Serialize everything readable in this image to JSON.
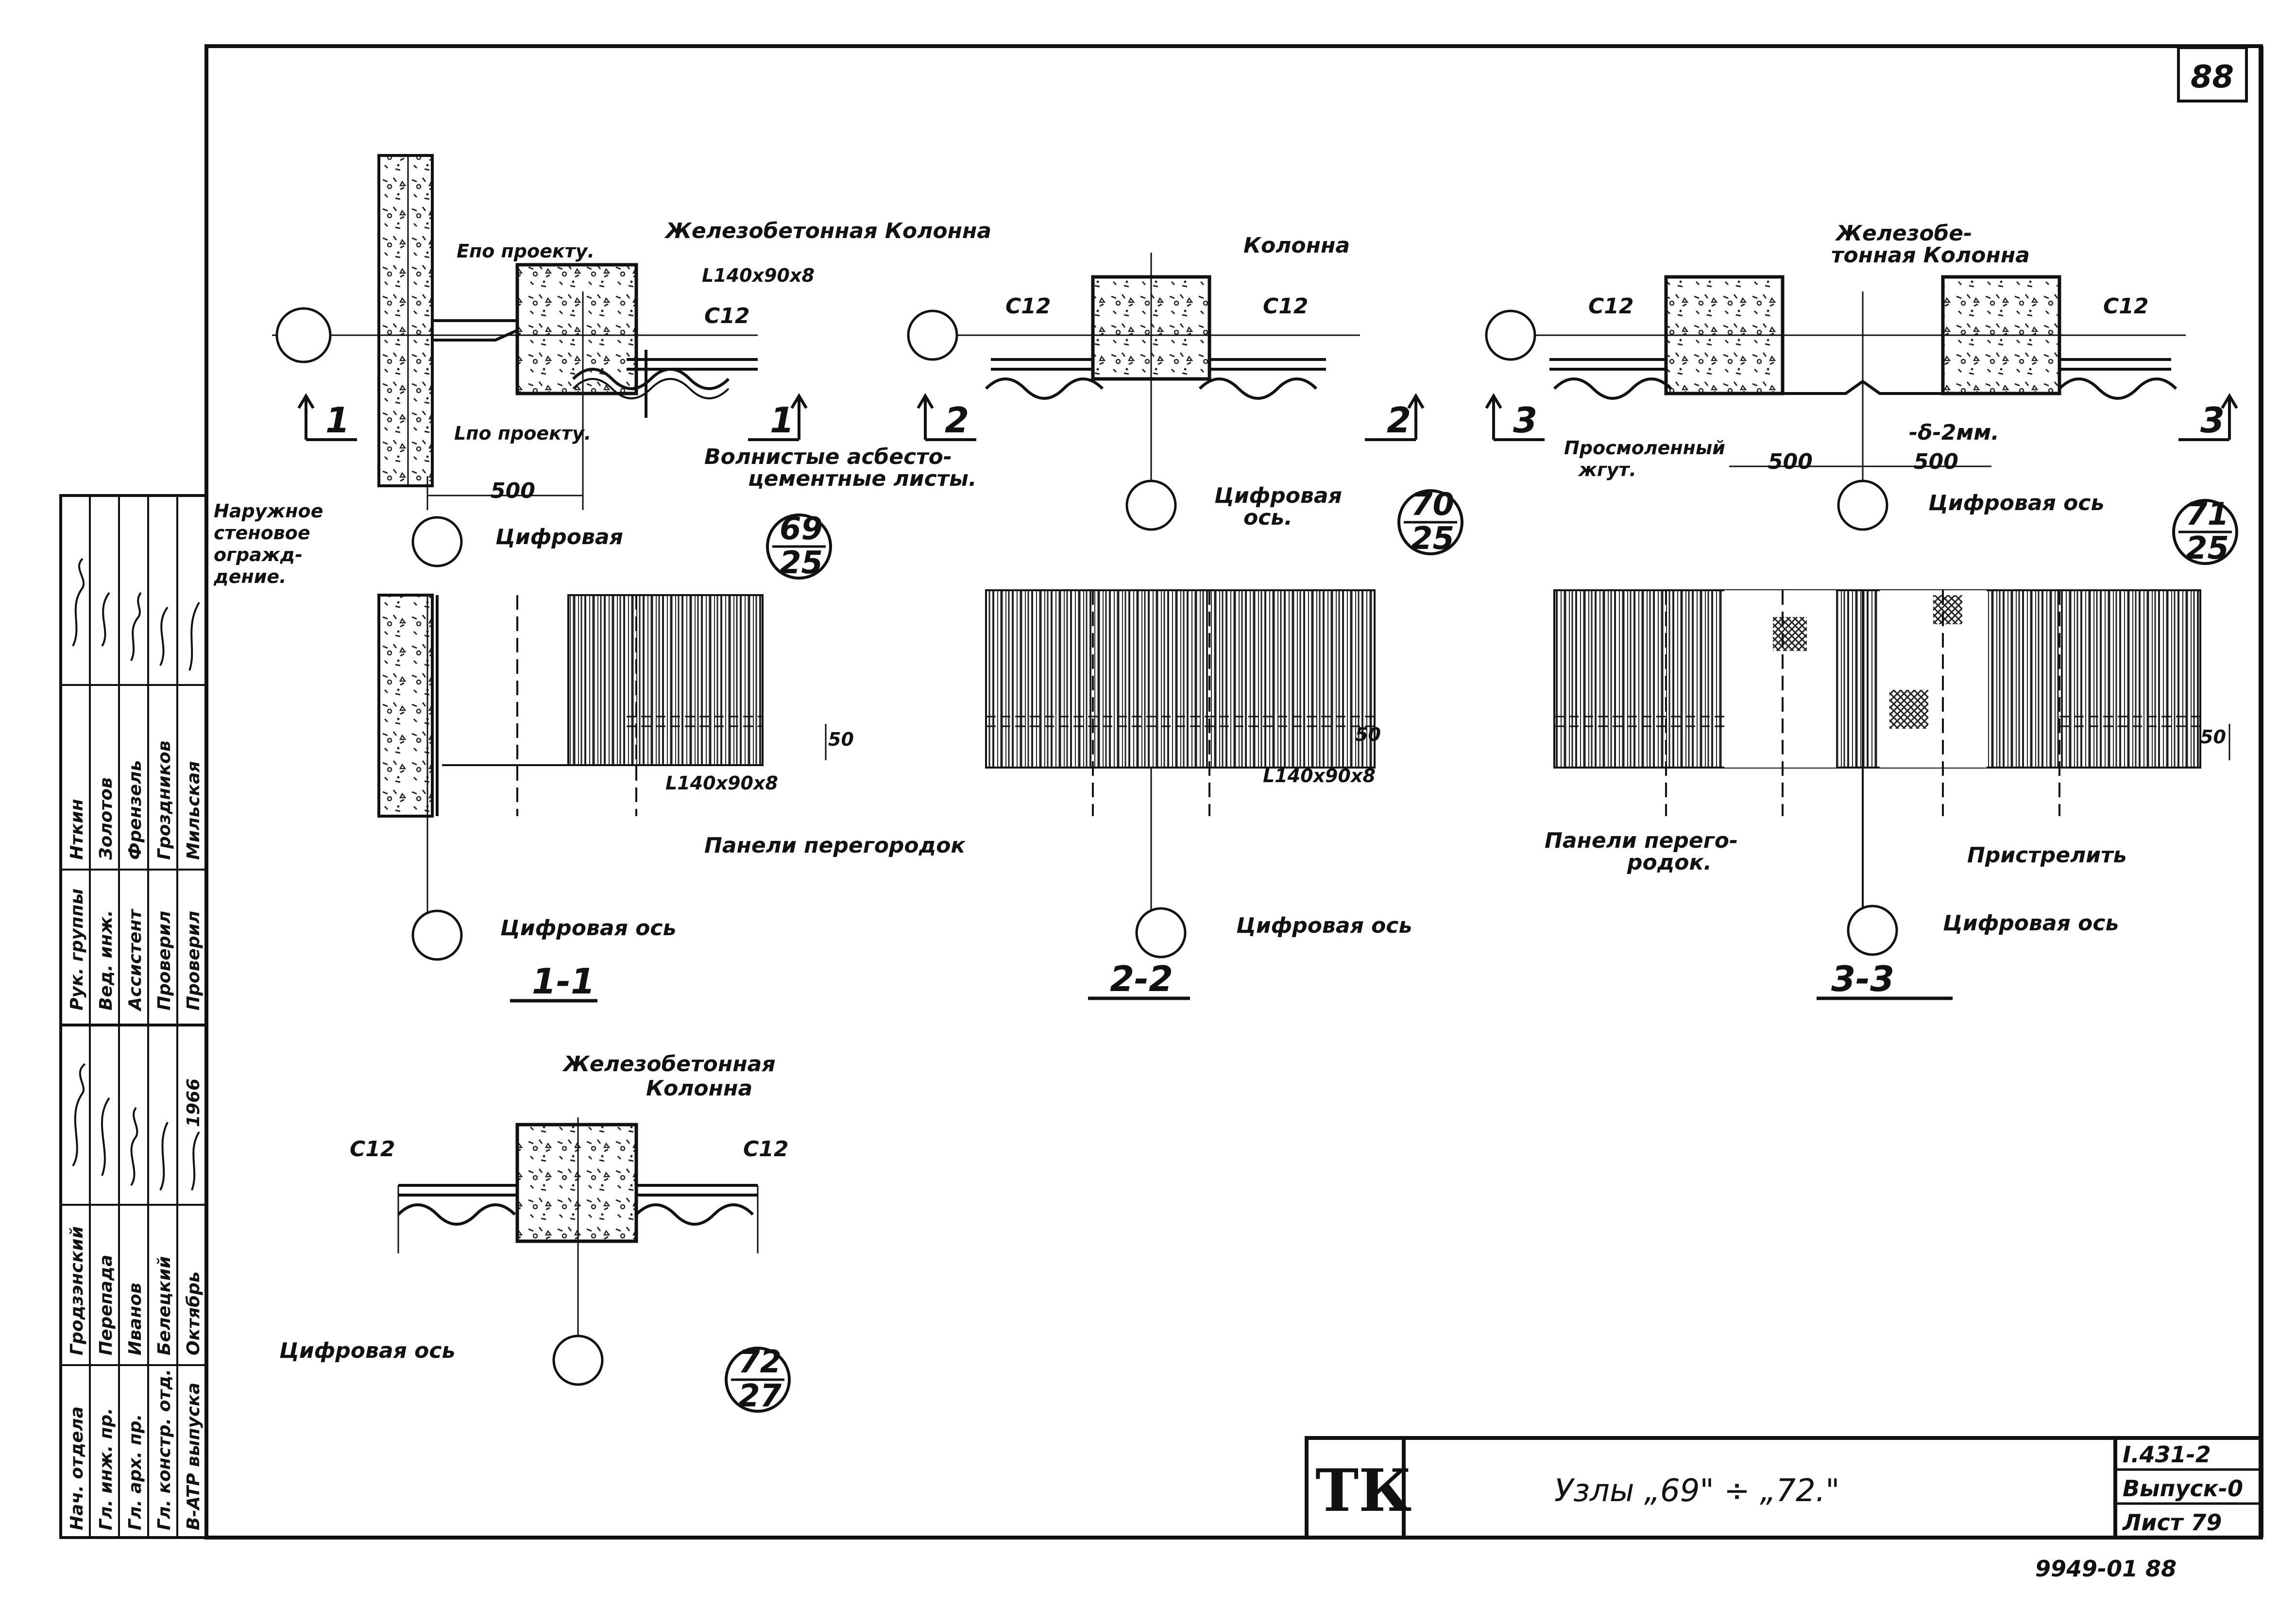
{
  "sheet": {
    "page_number": "88",
    "title_block": {
      "logo": "ТК",
      "title": "Узлы „69\" ÷ „72.\"",
      "series": "I.431-2",
      "issue": "Выпуск-0",
      "sheet": "Лист 79",
      "archive_number": "9949-01 88"
    }
  },
  "stamp": {
    "rows_top": [
      {
        "role": "Нач. отдела",
        "name": "Гродзэнский"
      },
      {
        "role": "Гл. инж. пр.",
        "name": "Перепада"
      },
      {
        "role": "Гл. арх. пр.",
        "name": "Иванов"
      },
      {
        "role": "Гл. констр. отд.",
        "name": "Белецкий"
      },
      {
        "role": "В-ATP выпуска",
        "name": "Октябрь",
        "year": "1966"
      }
    ],
    "rows_bottom": [
      {
        "role": "Рук. группы",
        "name": "Нткин"
      },
      {
        "role": "Вед. инж.",
        "name": "Золотов"
      },
      {
        "role": "Ассистент",
        "name": "Френзель"
      },
      {
        "role": "Проверил",
        "name": "Гроздников"
      },
      {
        "role": "Проверил",
        "name": "Мильская"
      }
    ]
  },
  "node69": {
    "label_c_project_top": "Eпо проекту.",
    "label_c_project_bottom": "Lпо проекту.",
    "label_column": "Железобетонная Колонна",
    "label_angle": "L140x90x8",
    "label_channel": "C12",
    "label_wall_1": "Наружное",
    "label_wall_2": "стеновое",
    "label_wall_3": "огражд-",
    "label_wall_4": "дение.",
    "label_sheets_1": "Волнистые асбесто-",
    "label_sheets_2": "цементные листы.",
    "dim": "500",
    "axis": "Цифровая",
    "mark": {
      "num": "69",
      "den": "25"
    },
    "cut": "1",
    "section": "1-1",
    "section_angle": "L140x90x8",
    "section_dim": "50",
    "section_panels": "Панели перегородок",
    "section_axis": "Цифровая ось"
  },
  "node70": {
    "label_column": "Колонна",
    "label_channel_left": "C12",
    "label_channel_right": "C12",
    "axis_1": "Цифровая",
    "axis_2": "ось.",
    "mark": {
      "num": "70",
      "den": "25"
    },
    "cut": "2",
    "section": "2-2",
    "section_angle": "L140x90x8",
    "section_dim": "50",
    "section_axis": "Цифровая ось"
  },
  "node71": {
    "label_column_1": "Железобе-",
    "label_column_2": "тонная Колонна",
    "label_channel_left": "C12",
    "label_channel_right": "C12",
    "label_tow_1": "Просмоленный",
    "label_tow_2": "жгут.",
    "label_gap": "-δ-2мм.",
    "dim_left": "500",
    "dim_right": "500",
    "axis": "Цифровая ось",
    "mark": {
      "num": "71",
      "den": "25"
    },
    "cut": "3",
    "section": "3-3",
    "section_panels_1": "Панели перего-",
    "section_panels_2": "родок.",
    "section_fix": "Пристрелить",
    "section_dim": "50",
    "section_axis": "Цифровая ось"
  },
  "node72": {
    "label_column_1": "Железобетонная",
    "label_column_2": "Колонна",
    "label_channel_left": "C12",
    "label_channel_right": "C12",
    "axis": "Цифровая ось",
    "mark": {
      "num": "72",
      "den": "27"
    }
  }
}
